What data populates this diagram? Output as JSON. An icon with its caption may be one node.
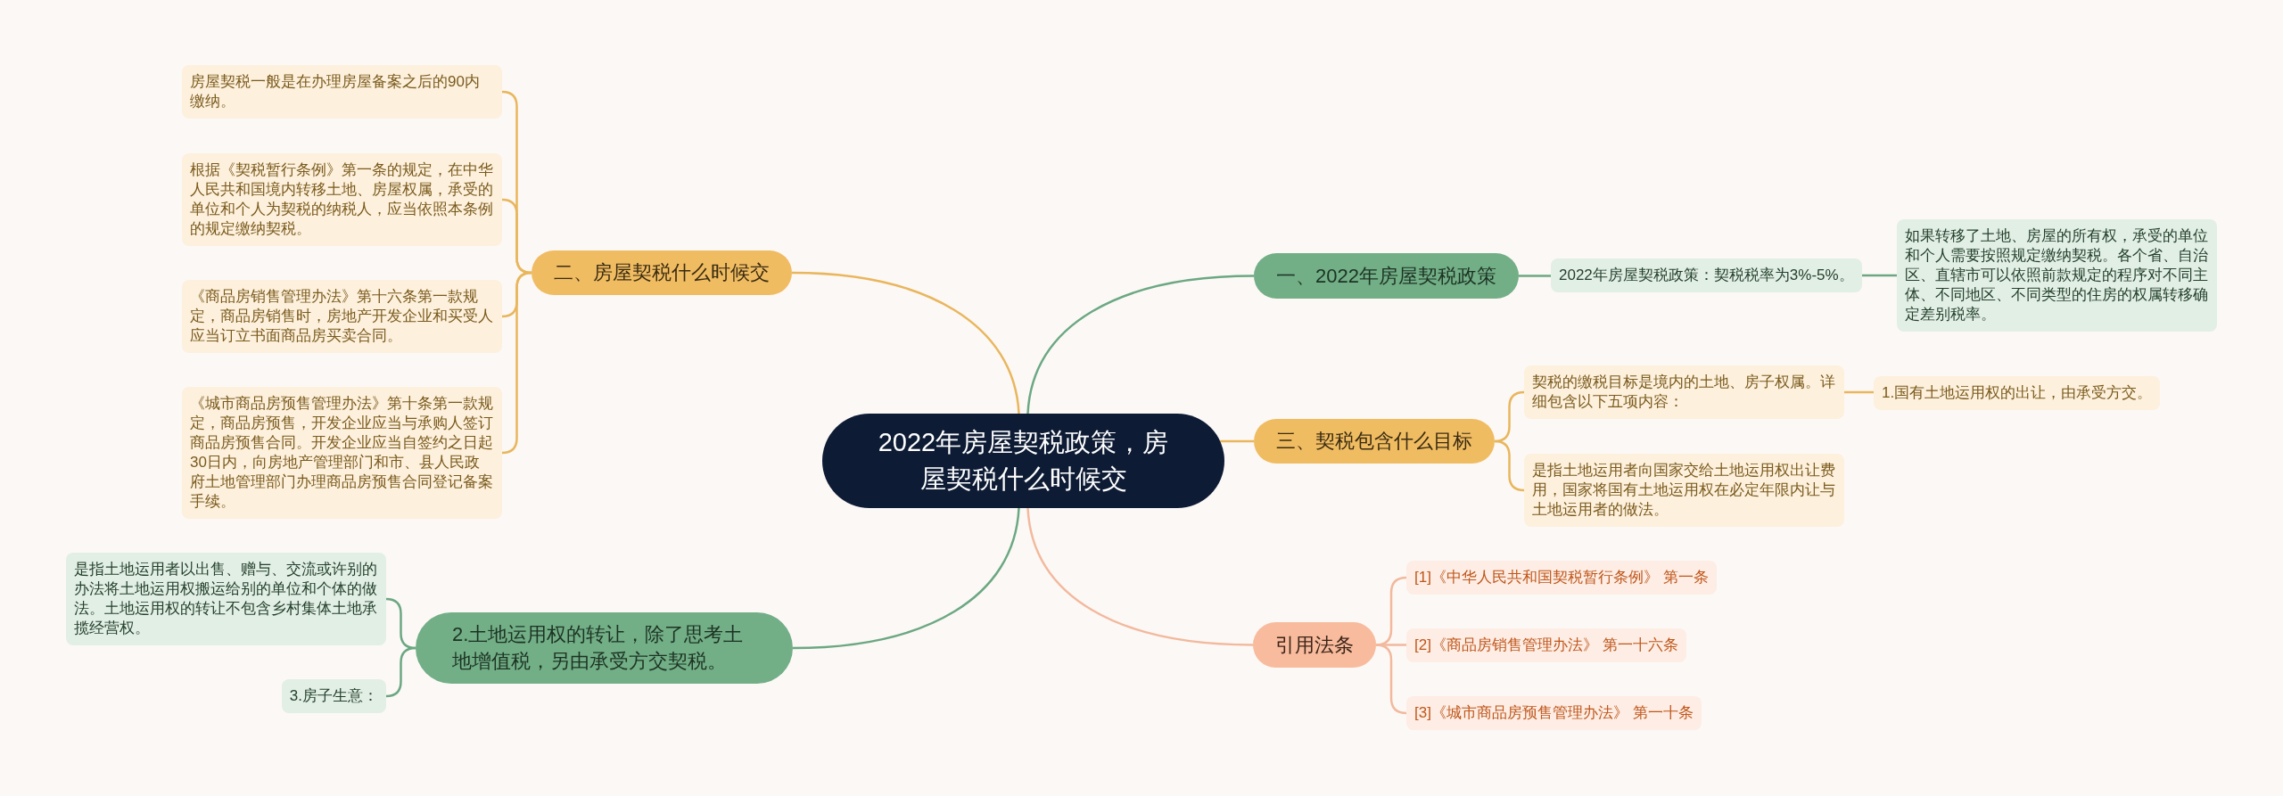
{
  "diagram": {
    "nodes": [
      {
        "text": [
          "2022年房屋契税政策，房屋契税什么时候交"
        ]
      },
      {
        "text": [
          "二、房屋契税什么时候交"
        ]
      },
      {
        "text": [
          "房屋契税一般是在办理房屋备案之后的90内缴纳。"
        ]
      },
      {
        "text": [
          "根据《契税暂行条例》第一条的规定，在中华人民共和国境内转移土地、房屋权属，承受的单位和个人为契税的纳税人，应当依照本条例的规定缴纳契税。"
        ]
      },
      {
        "text": [
          "《商品房销售管理办法》第十六条第一款规定，商品房销售时，房地产开发企业和买受人应当订立书面商品房买卖合同。"
        ]
      },
      {
        "text": [
          "《城市商品房预售管理办法》第十条第一款规定，商品房预售，开发企业应当与承购人签订商品房预售合同。开发企业应当自签约之日起30日内，向房地产管理部门和市、县人民政府土地管理部门办理商品房预售合同登记备案手续。"
        ]
      },
      {
        "text": [
          "2.土地运用权的转让，除了思考土地增值税，另由承受方交契税。"
        ]
      },
      {
        "text": [
          "是指土地运用者以出售、赠与、交流或许别的办法将土地运用权搬运给别的单位和个体的做法。土地运用权的转让不包含乡村集体土地承揽经营权。"
        ]
      },
      {
        "text": [
          "3.房子生意："
        ]
      },
      {
        "text": [
          "一、2022年房屋契税政策"
        ]
      },
      {
        "text": [
          "2022年房屋契税政策：契税税率为3%-5%。"
        ]
      },
      {
        "text": [
          "如果转移了土地、房屋的所有权，承受的单位和个人需要按照规定缴纳契税。各个省、自治区、直辖市可以依照前款规定的程序对不同主体、不同地区、不同类型的住房的权属转移确定差别税率。"
        ]
      },
      {
        "text": [
          "三、契税包含什么目标"
        ]
      },
      {
        "text": [
          "契税的缴税目标是境内的土地、房子权属。详细包含以下五项内容："
        ]
      },
      {
        "text": [
          "1.国有土地运用权的出让，由承受方交。"
        ]
      },
      {
        "text": [
          "是指土地运用者向国家交给土地运用权出让费用，国家将国有土地运用权在必定年限内让与土地运用者的做法。"
        ]
      },
      {
        "text": [
          "引用法条"
        ]
      },
      {
        "text": [
          "[1]《中华人民共和国契税暂行条例》 第一条"
        ]
      },
      {
        "text": [
          "[2]《商品房销售管理办法》 第一十六条"
        ]
      },
      {
        "text": [
          "[3]《城市商品房预售管理办法》 第一十条"
        ]
      }
    ],
    "edges": [
      {
        "from": 0,
        "to": 1,
        "arrow": "none"
      },
      {
        "from": 1,
        "to": 2,
        "arrow": "none"
      },
      {
        "from": 1,
        "to": 3,
        "arrow": "none"
      },
      {
        "from": 1,
        "to": 4,
        "arrow": "none"
      },
      {
        "from": 1,
        "to": 5,
        "arrow": "none"
      },
      {
        "from": 0,
        "to": 6,
        "arrow": "none",
        "color": "#6ba882"
      },
      {
        "from": 6,
        "to": 7,
        "arrow": "none",
        "color": "#6ba882"
      },
      {
        "from": 6,
        "to": 8,
        "arrow": "none",
        "color": "#6ba882"
      },
      {
        "from": 0,
        "to": 9,
        "arrow": "none",
        "color": "#6ba882"
      },
      {
        "from": 9,
        "to": 10,
        "arrow": "none",
        "color": "#6ba882"
      },
      {
        "from": 10,
        "to": 11,
        "arrow": "none",
        "color": "#6ba882"
      },
      {
        "from": 0,
        "to": 12,
        "arrow": "none"
      },
      {
        "from": 12,
        "to": 13,
        "arrow": "none"
      },
      {
        "from": 13,
        "to": 14,
        "arrow": "none"
      },
      {
        "from": 12,
        "to": 15,
        "arrow": "none"
      },
      {
        "from": 0,
        "to": 16,
        "arrow": "none",
        "color": "#f2b99d"
      },
      {
        "from": 16,
        "to": 17,
        "arrow": "none",
        "color": "#f2b99d"
      },
      {
        "from": 16,
        "to": 18,
        "arrow": "none",
        "color": "#f2b99d"
      },
      {
        "from": 16,
        "to": 19,
        "arrow": "none",
        "color": "#f2b99d"
      }
    ]
  }
}
